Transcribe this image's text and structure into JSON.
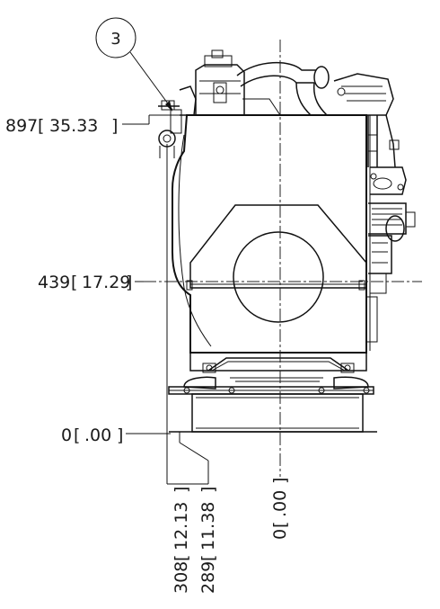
{
  "callout": {
    "label": "3"
  },
  "dimensions": {
    "left": [
      {
        "mm": "897",
        "in": "35.33"
      },
      {
        "mm": "439",
        "in": "17.29"
      },
      {
        "mm": "0",
        "in": ".00"
      }
    ],
    "bottom": [
      {
        "mm": "308",
        "in": "12.13"
      },
      {
        "mm": "289",
        "in": "11.38"
      },
      {
        "mm": "0",
        "in": ".00"
      }
    ]
  }
}
